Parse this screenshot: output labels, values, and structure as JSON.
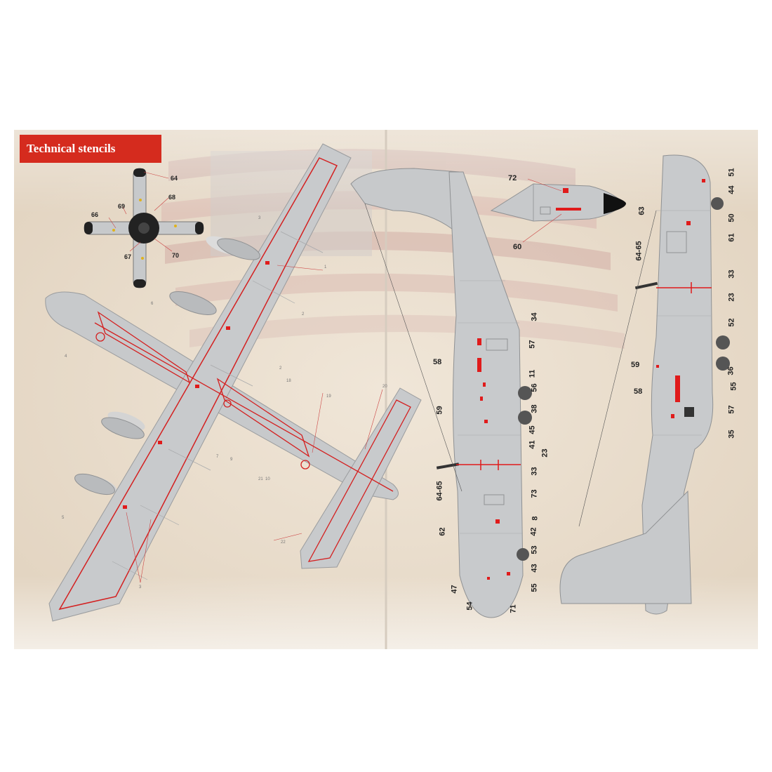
{
  "title": "Technical stencils",
  "colors": {
    "banner": "#d52b1e",
    "aircraft_grey": "#c9cbcd",
    "stencil_red": "#e01b1b",
    "paper": "#eee3d6"
  },
  "callouts": {
    "prop": [
      "64",
      "68",
      "69",
      "66",
      "67",
      "70"
    ],
    "nose_detail": [
      "72",
      "60"
    ],
    "side_left": [
      "34",
      "58",
      "57",
      "11",
      "56",
      "59",
      "38",
      "45",
      "41",
      "23",
      "33",
      "64-65",
      "73",
      "8",
      "62",
      "42",
      "53",
      "43",
      "55",
      "47",
      "54",
      "71"
    ],
    "side_right": [
      "51",
      "44",
      "63",
      "50",
      "61",
      "64-65",
      "33",
      "23",
      "52",
      "59",
      "36",
      "55",
      "58",
      "57",
      "35"
    ]
  },
  "top_view_markers": [
    "3",
    "1",
    "2",
    "2",
    "3",
    "18",
    "19",
    "20",
    "21",
    "22",
    "4",
    "5",
    "6",
    "7",
    "9",
    "10"
  ]
}
